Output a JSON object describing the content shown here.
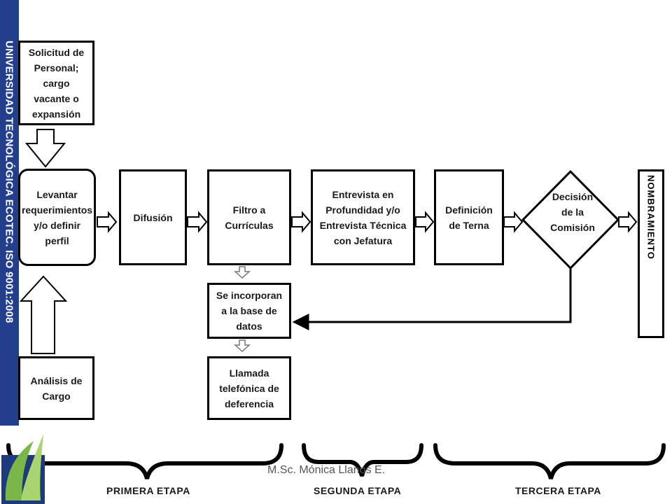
{
  "sidebar": {
    "text": "UNIVERSIDAD TECNOLÓGICA ECOTEC. ISO 9001:2008",
    "color": "#233f8c"
  },
  "nodes": {
    "solicitud": "Solicitud de\nPersonal; cargo\nvacante o\nexpansión",
    "levantar": "Levantar\nrequerimientos\ny/o definir perfil",
    "analisis": "Análisis de\nCargo",
    "difusion": "Difusión",
    "filtro": "Filtro a\nCurrículas",
    "incorporan": "Se incorporan\na la base de\ndatos",
    "llamada": "Llamada\ntelefónica de\ndeferencia",
    "entrevista": "Entrevista en\nProfundidad y/o\nEntrevista Técnica\ncon Jefatura",
    "terna": "Definición\nde Terna",
    "decision": "Decisión\nde la\nComisión",
    "nombramiento": "NOMBRAMIENTO"
  },
  "stages": {
    "primera": "PRIMERA ETAPA",
    "segunda": "SEGUNDA ETAPA",
    "tercera": "TERCERA ETAPA"
  },
  "footer": {
    "author": "M.Sc. Mónica Llanos E."
  },
  "colors": {
    "logo_green": "#7ab648",
    "logo_navy": "#1f3a7a"
  }
}
